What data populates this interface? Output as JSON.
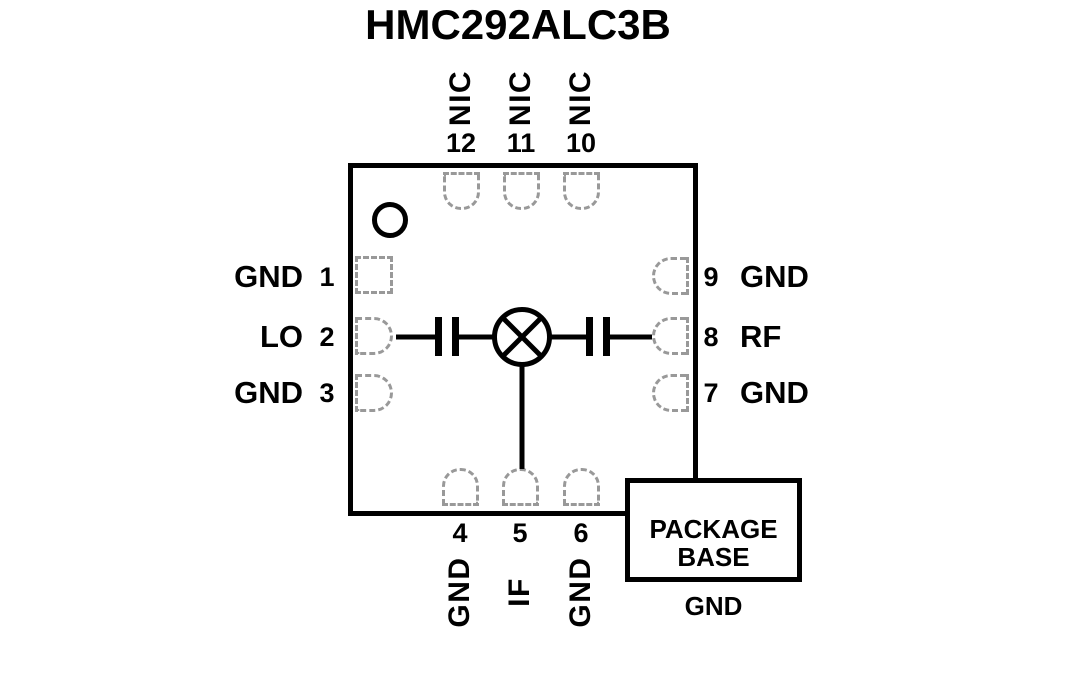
{
  "title": "HMC292ALC3B",
  "pins": {
    "left": [
      {
        "number": "1",
        "label": "GND"
      },
      {
        "number": "2",
        "label": "LO"
      },
      {
        "number": "3",
        "label": "GND"
      }
    ],
    "right": [
      {
        "number": "9",
        "label": "GND"
      },
      {
        "number": "8",
        "label": "RF"
      },
      {
        "number": "7",
        "label": "GND"
      }
    ],
    "top": [
      {
        "number": "12",
        "label": "NIC"
      },
      {
        "number": "11",
        "label": "NIC"
      },
      {
        "number": "10",
        "label": "NIC"
      }
    ],
    "bottom": [
      {
        "number": "4",
        "label": "GND"
      },
      {
        "number": "5",
        "label": "IF"
      },
      {
        "number": "6",
        "label": "GND"
      }
    ]
  },
  "package_base": {
    "line1": "PACKAGE",
    "line2": "BASE",
    "ground_label": "GND"
  },
  "colors": {
    "ink": "#000000",
    "pad_dash": "#999999",
    "background": "#ffffff"
  }
}
